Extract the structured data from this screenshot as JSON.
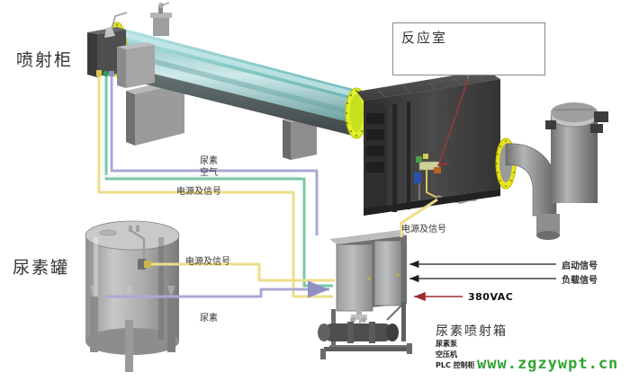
{
  "diagram": {
    "title": "Urea SNCR injection system schematic",
    "labels": {
      "injection_cabinet": "喷射柜",
      "urea_tank": "尿素罐",
      "reaction_chamber": "反应室",
      "urea_injection_box": "尿素喷射箱"
    },
    "pipe_labels": {
      "urea_top": "尿素",
      "air_top": "空气",
      "power_signal_top": "电源及信号",
      "power_signal_tank": "电源及信号",
      "urea_tank_line": "尿素",
      "power_signal_chamber": "电源及信号"
    },
    "external_signals": [
      {
        "label": "启动信号"
      },
      {
        "label": "负载信号"
      }
    ],
    "power_supply": {
      "label": "380VAC"
    },
    "box_contents": [
      "尿素泵",
      "空压机",
      "PLC 控制柜"
    ],
    "watermark": "www.zgzywpt.cn",
    "colors": {
      "urea_line": "#a9a9d6",
      "air_line": "#79c8a6",
      "power_signal_line": "#eede8a",
      "white_line": "#f2f2f2",
      "power_red": "#9e2b2b",
      "duct_teal": "#8ecfcf",
      "flange_yellow": "#e8e81e",
      "chamber_dark": "#3b3b3b",
      "metal_gray": "#9a9a9a",
      "watermark_green": "#2fa52f"
    }
  }
}
